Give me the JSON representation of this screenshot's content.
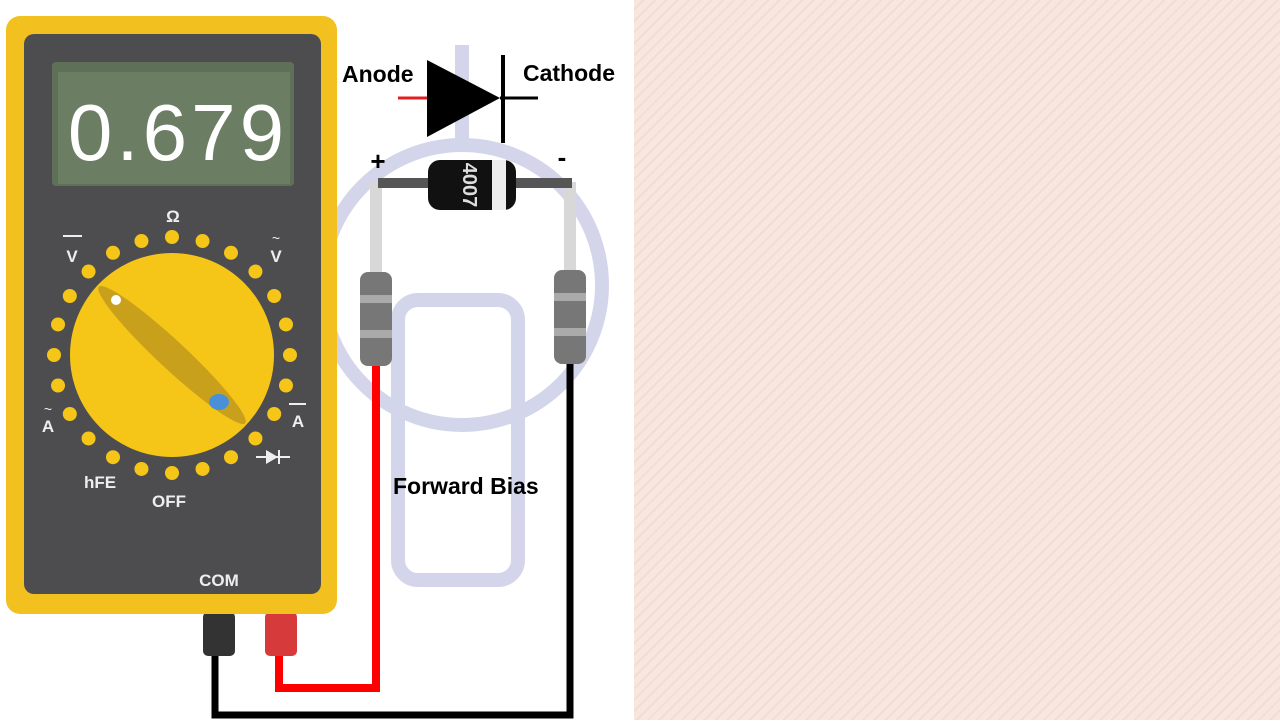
{
  "diagram": {
    "display_reading": "0.679",
    "labels": {
      "anode": "Anode",
      "cathode": "Cathode",
      "plus": "+",
      "minus": "-",
      "diode_marking": "4007",
      "forward_bias": "Forward Bias",
      "ohm": "Ω",
      "dc_volts": "V",
      "ac_volts": "V",
      "ac_amps": "A",
      "dc_amps": "A",
      "hfe": "hFE",
      "off": "OFF",
      "com": "COM"
    },
    "colors": {
      "meter_body": "#f2c01f",
      "meter_face": "#4d4d4f",
      "lcd": "#6b7d62",
      "knob": "#f5c518",
      "red_wire": "#ff0000",
      "black_wire": "#000000",
      "background_panel": "#f7e7de"
    },
    "knob_dot_count": 24
  }
}
